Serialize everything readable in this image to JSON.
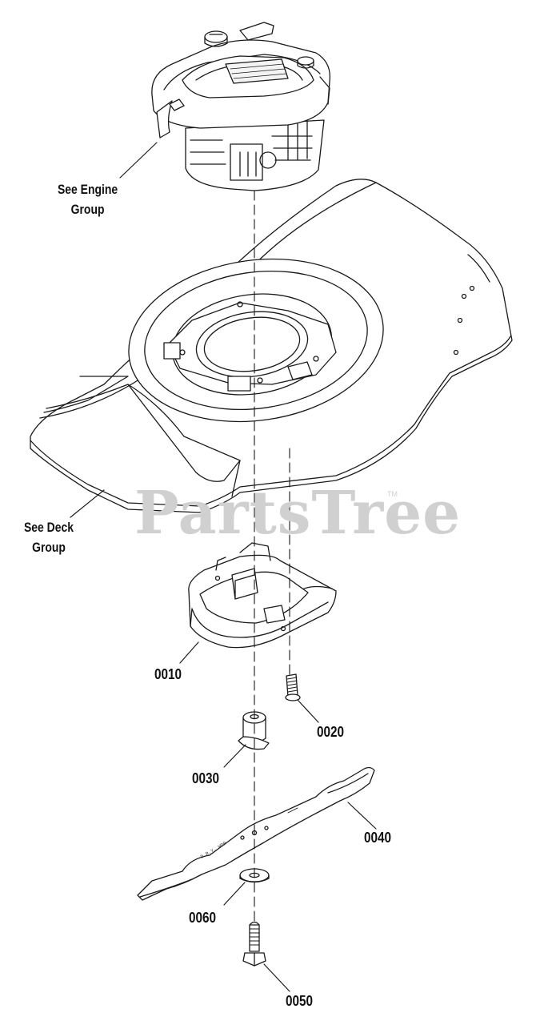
{
  "watermark": {
    "text": "PartsTree",
    "tm": "TM"
  },
  "callouts": {
    "engine": {
      "line1": "See Engine",
      "line2": "Group"
    },
    "deck": {
      "line1": "See Deck",
      "line2": "Group"
    }
  },
  "parts": [
    {
      "number": "0010"
    },
    {
      "number": "0020"
    },
    {
      "number": "0030"
    },
    {
      "number": "0040"
    },
    {
      "number": "0050"
    },
    {
      "number": "0060"
    }
  ],
  "blade_marking": "D.R.Y. WDR"
}
